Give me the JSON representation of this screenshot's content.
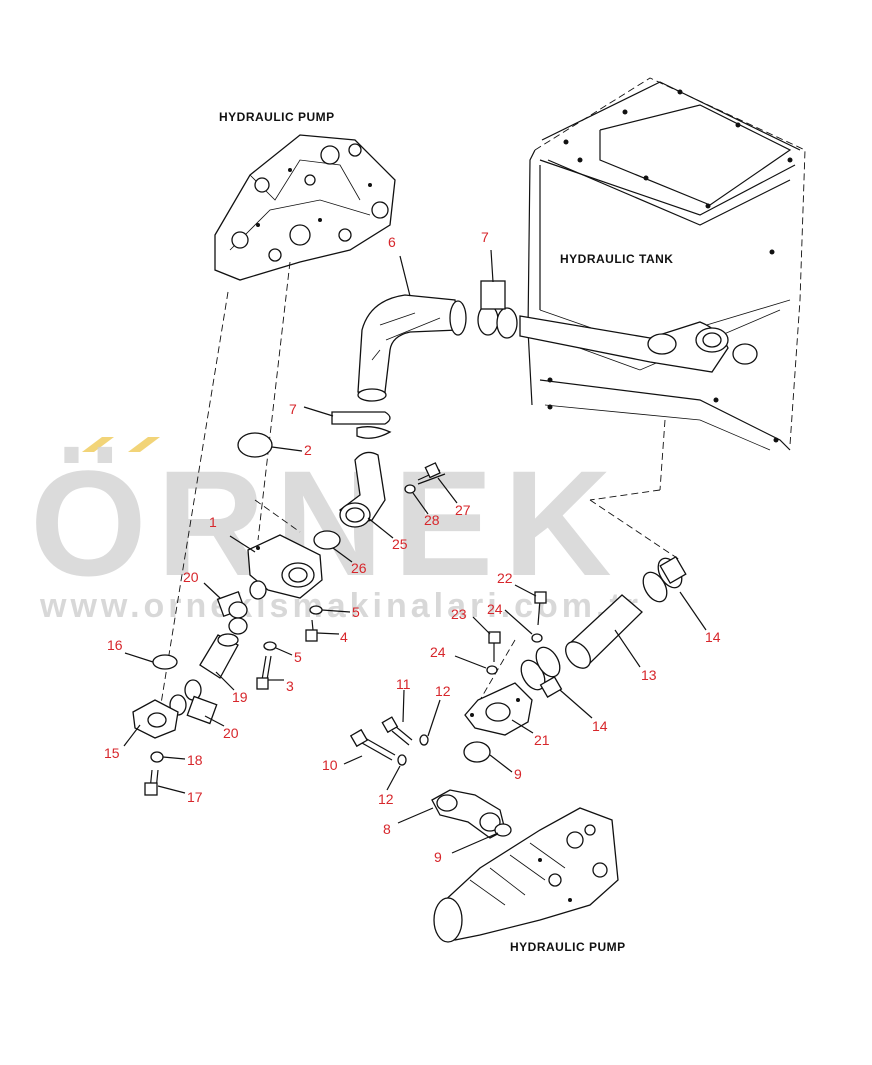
{
  "labels": {
    "pump_top": "HYDRAULIC PUMP",
    "tank": "HYDRAULIC TANK",
    "pump_bottom": "HYDRAULIC PUMP"
  },
  "watermark": {
    "word": "ÖRNEK",
    "url": "www.ornekismakinalari.com.tr",
    "color": "#cfcfcf",
    "accent": "#f2d478"
  },
  "callouts": [
    "6",
    "7",
    "7",
    "2",
    "27",
    "28",
    "25",
    "1",
    "26",
    "20",
    "5",
    "4",
    "5",
    "3",
    "16",
    "19",
    "20",
    "15",
    "18",
    "17",
    "22",
    "24",
    "23",
    "24",
    "13",
    "14",
    "14",
    "21",
    "11",
    "12",
    "10",
    "12",
    "9",
    "8",
    "9"
  ],
  "colors": {
    "callout": "#d7262b",
    "ink": "#111111"
  }
}
